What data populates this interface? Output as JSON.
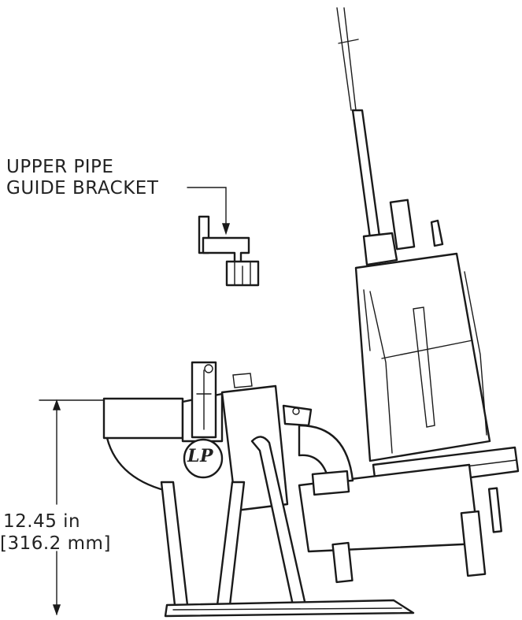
{
  "callout": {
    "line1": "UPPER PIPE",
    "line2": "GUIDE BRACKET"
  },
  "dimension": {
    "imperial": "12.45 in",
    "metric": "[316.2 mm]"
  },
  "logo_text": "LP"
}
